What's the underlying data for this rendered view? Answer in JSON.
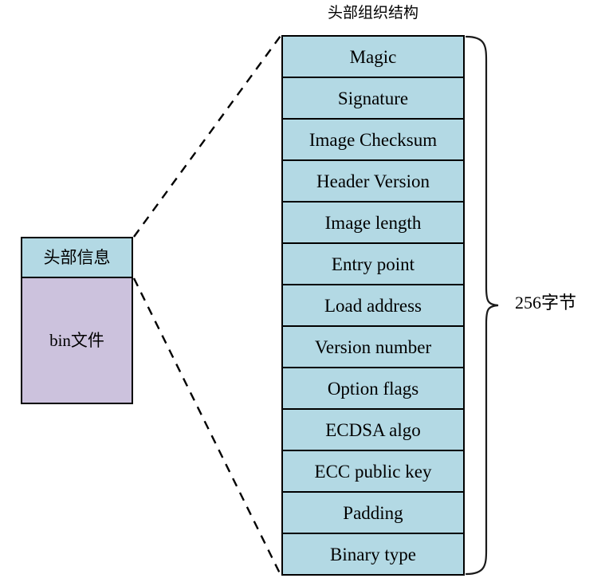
{
  "diagram": {
    "title": "头部组织结构",
    "size_label": "256字节",
    "file_block": {
      "header_segment_label": "头部信息",
      "binary_segment_label": "bin文件"
    },
    "header_fields": [
      "Magic",
      "Signature",
      "Image Checksum",
      "Header Version",
      "Image length",
      "Entry point",
      "Load address",
      "Version number",
      "Option flags",
      "ECDSA algo",
      "ECC public key",
      "Padding",
      "Binary type"
    ],
    "colors": {
      "header_fill": "#b3d9e4",
      "binary_fill": "#ccc2dd",
      "stroke": "#000000",
      "background": "#ffffff"
    }
  }
}
